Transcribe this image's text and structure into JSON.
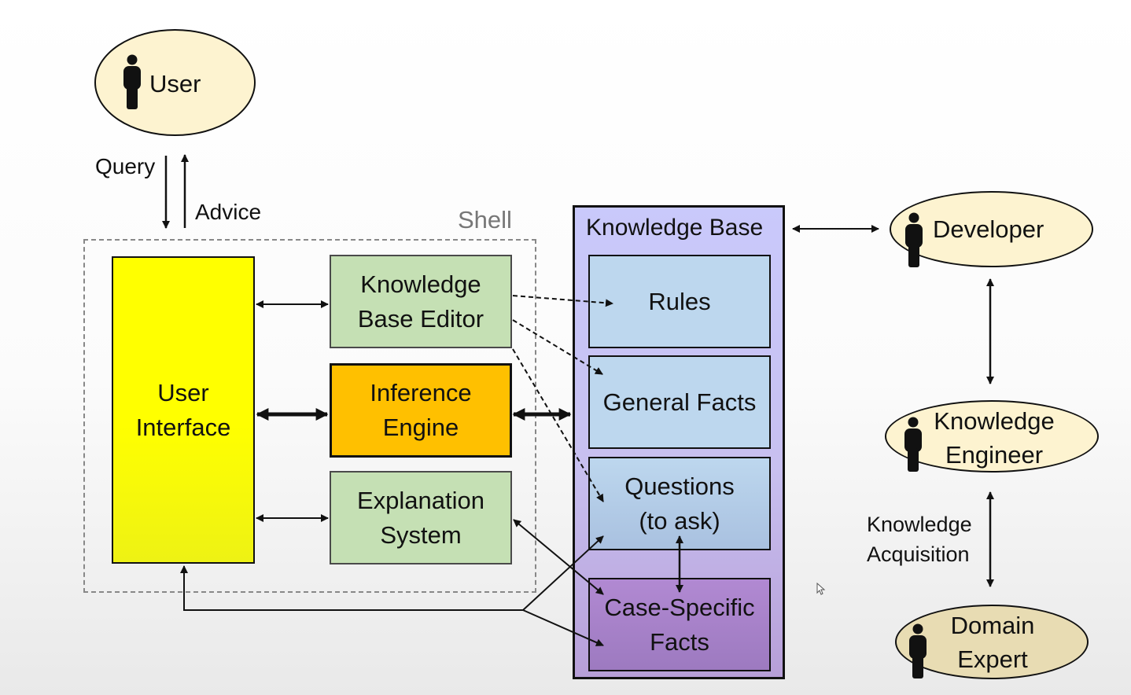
{
  "actors": {
    "user": "User",
    "developer": "Developer",
    "knowledge_engineer": "Knowledge\nEngineer",
    "domain_expert": "Domain\nExpert"
  },
  "flows": {
    "query": "Query",
    "advice": "Advice",
    "knowledge_acquisition": "Knowledge\nAcquisition"
  },
  "shell": {
    "label": "Shell",
    "user_interface": "User\nInterface",
    "kb_editor": "Knowledge\nBase Editor",
    "inference_engine": "Inference\nEngine",
    "explanation_system": "Explanation\nSystem"
  },
  "knowledge_base": {
    "label": "Knowledge Base",
    "rules": "Rules",
    "general_facts": "General Facts",
    "questions": "Questions\n(to ask)",
    "case_facts": "Case-Specific\nFacts"
  },
  "colors": {
    "user_interface": "#ffff00",
    "inference_engine": "#ffc000",
    "green_box": "#c5e0b4",
    "kb_panel": "#c8c8f8",
    "blue_box": "#bdd7ee",
    "case_facts": "#a67cc8",
    "actor_fill": "#fdf3d0"
  }
}
